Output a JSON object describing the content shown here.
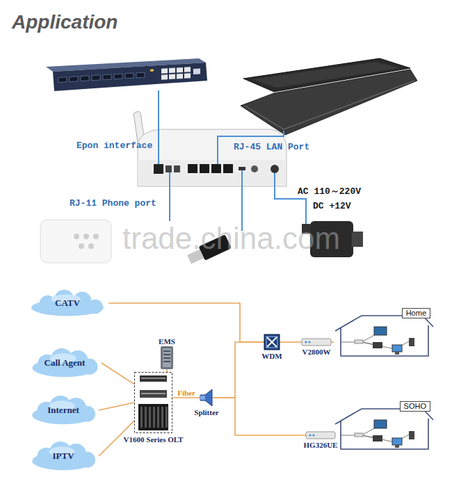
{
  "diagram": {
    "title": "Application",
    "nodes": [
      {
        "text": [
          "CATV"
        ]
      },
      {
        "text": [
          "Home"
        ]
      },
      {
        "text": [
          "EMS"
        ]
      },
      {
        "text": [
          "WDM"
        ]
      },
      {
        "text": [
          "V2800W"
        ]
      },
      {
        "text": [
          "Call Agent"
        ]
      },
      {
        "text": [
          "V1600 Series OLT"
        ]
      },
      {
        "text": [
          "Splitter"
        ]
      },
      {
        "text": [
          "SOHO"
        ]
      },
      {
        "text": [
          "Internet"
        ]
      },
      {
        "text": [
          "HG326UE"
        ]
      },
      {
        "text": [
          "IPTV"
        ]
      }
    ],
    "edges": [
      {
        "from": 0,
        "to": 3,
        "arrow": "none"
      },
      {
        "from": 5,
        "to": 6,
        "arrow": "none"
      },
      {
        "from": 9,
        "to": 6,
        "arrow": "none"
      },
      {
        "from": 11,
        "to": 6,
        "arrow": "none"
      },
      {
        "from": 2,
        "to": 6,
        "arrow": "none"
      },
      {
        "from": 6,
        "to": 7,
        "label": "Fiber",
        "arrow": "none"
      },
      {
        "from": 7,
        "to": 3,
        "arrow": "none"
      },
      {
        "from": 7,
        "to": 10,
        "arrow": "none"
      },
      {
        "from": 3,
        "to": 4,
        "arrow": "none"
      },
      {
        "from": 4,
        "to": 1,
        "arrow": "none"
      },
      {
        "from": 10,
        "to": 8,
        "arrow": "none"
      }
    ],
    "labels": [
      "Epon interface",
      "RJ-45 LAN Port",
      "RJ-11 Phone port",
      "AC 110～220V",
      "DC +12V",
      "trade.china.com"
    ]
  }
}
